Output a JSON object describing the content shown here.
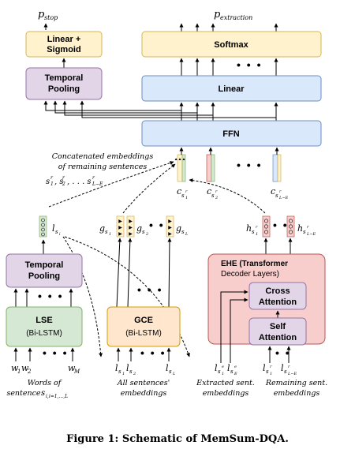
{
  "boxes": {
    "linear_sigmoid": "Linear +",
    "linear_sigmoid_2": "Sigmoid",
    "softmax": "Softmax",
    "temporal_pooling_top": "Temporal",
    "temporal_pooling_top_2": "Pooling",
    "linear": "Linear",
    "ffn": "FFN",
    "temporal_pooling_left": "Temporal",
    "temporal_pooling_left_2": "Pooling",
    "lse": "LSE",
    "lse_sub": "(Bi-LSTM)",
    "gce": "GCE",
    "gce_sub": "(Bi-LSTM)",
    "ehe_title": "EHE (Transformer",
    "ehe_title_2": "Decoder Layers)",
    "cross_attention": "Cross",
    "cross_attention_2": "Attention",
    "self_attention": "Self",
    "self_attention_2": "Attention"
  },
  "outputs": {
    "p_stop": "p",
    "p_stop_sub": "stop",
    "p_extraction": "p",
    "p_extraction_sub": "extraction"
  },
  "annotations": {
    "concat_line1": "Concatenated embeddings",
    "concat_line2": "of remaining sentences",
    "words_line1": "Words of",
    "words_line2": "sentence",
    "all_sent_line1": "All sentences'",
    "all_sent_line2": "embeddings",
    "extracted_line1": "Extracted sent.",
    "extracted_line2": "embeddings",
    "remaining_line1": "Remaining sent.",
    "remaining_line2": "embeddings"
  },
  "caption": "Figure 1: Schematic of MemSum-DQA.",
  "colors": {
    "yellow_fill": "#fff2cc",
    "yellow_stroke": "#d6b656",
    "blue_fill": "#dae8fc",
    "blue_stroke": "#6c8ebf",
    "purple_fill": "#e1d5e7",
    "purple_stroke": "#9673a6",
    "green_fill": "#d5e8d4",
    "green_stroke": "#82b366",
    "orange_fill": "#ffe6cc",
    "orange_stroke": "#d79b00",
    "red_fill": "#f8cecc",
    "red_stroke": "#b85450"
  }
}
